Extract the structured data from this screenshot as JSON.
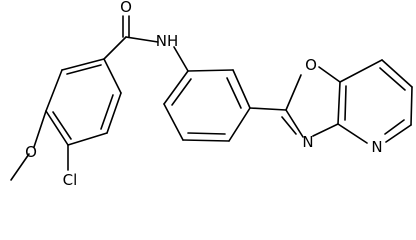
{
  "molecule": {
    "atoms": {
      "carbonyl_oxygen": "O",
      "amide_nitrogen": "NH",
      "ring_oxygen": "O",
      "ring_nitrogen_oxazole": "N",
      "ring_nitrogen_pyridine": "N",
      "chlorine": "Cl",
      "methoxy_oxygen": "O"
    }
  }
}
